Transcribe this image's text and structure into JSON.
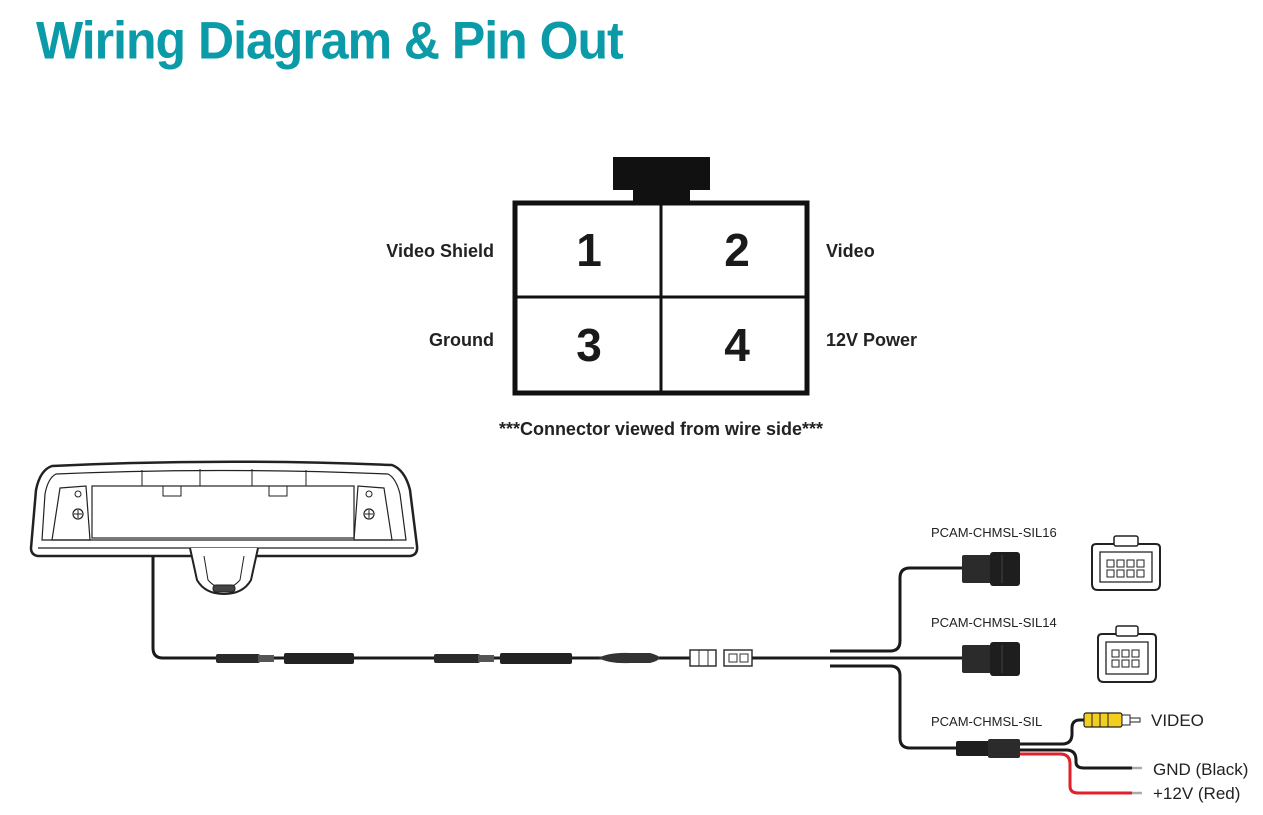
{
  "title": "Wiring Diagram & Pin Out",
  "connector": {
    "pins": [
      {
        "number": "1",
        "label": "Video Shield"
      },
      {
        "number": "2",
        "label": "Video"
      },
      {
        "number": "3",
        "label": "Ground"
      },
      {
        "number": "4",
        "label": "12V Power"
      }
    ],
    "note": "***Connector viewed from wire side***"
  },
  "harness": {
    "parts": [
      "PCAM-CHMSL-SIL16",
      "PCAM-CHMSL-SIL14",
      "PCAM-CHMSL-SIL"
    ],
    "wires": {
      "video": "VIDEO",
      "ground": "GND (Black)",
      "power": "+12V (Red)"
    },
    "colors": {
      "accent": "#0a9aa8",
      "red_wire": "#e0202a",
      "rca_yellow": "#f2cf1e"
    }
  }
}
